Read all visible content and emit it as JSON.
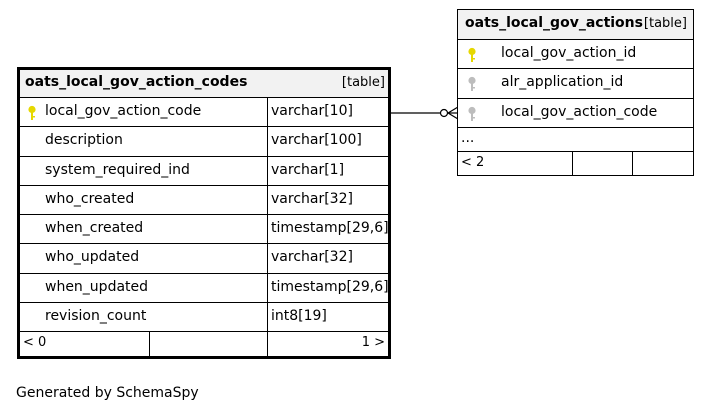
{
  "main_table": {
    "name": "oats_local_gov_action_codes",
    "type_label": "[table]",
    "columns": [
      {
        "name": "local_gov_action_code",
        "type": "varchar[10]",
        "key": "primary"
      },
      {
        "name": "description",
        "type": "varchar[100]"
      },
      {
        "name": "system_required_ind",
        "type": "varchar[1]"
      },
      {
        "name": "who_created",
        "type": "varchar[32]"
      },
      {
        "name": "when_created",
        "type": "timestamp[29,6]"
      },
      {
        "name": "who_updated",
        "type": "varchar[32]"
      },
      {
        "name": "when_updated",
        "type": "timestamp[29,6]"
      },
      {
        "name": "revision_count",
        "type": "int8[19]"
      }
    ],
    "footer_left": "< 0",
    "footer_right": "1 >"
  },
  "related_table": {
    "name": "oats_local_gov_actions",
    "type_label": "[table]",
    "columns": [
      {
        "name": "local_gov_action_id",
        "key": "primary"
      },
      {
        "name": "alr_application_id",
        "key": "foreign"
      },
      {
        "name": "local_gov_action_code",
        "key": "foreign"
      }
    ],
    "more_label": "...",
    "footer_left": "< 2"
  },
  "relationship": {
    "from": "oats_local_gov_actions.local_gov_action_code",
    "to": "oats_local_gov_action_codes.local_gov_action_code",
    "cardinality": "zero-or-many"
  },
  "colors": {
    "primary_key": "#e6d800",
    "foreign_key": "#bdbdbd",
    "header_bg": "#f2f2f2"
  },
  "credit": "Generated by SchemaSpy"
}
